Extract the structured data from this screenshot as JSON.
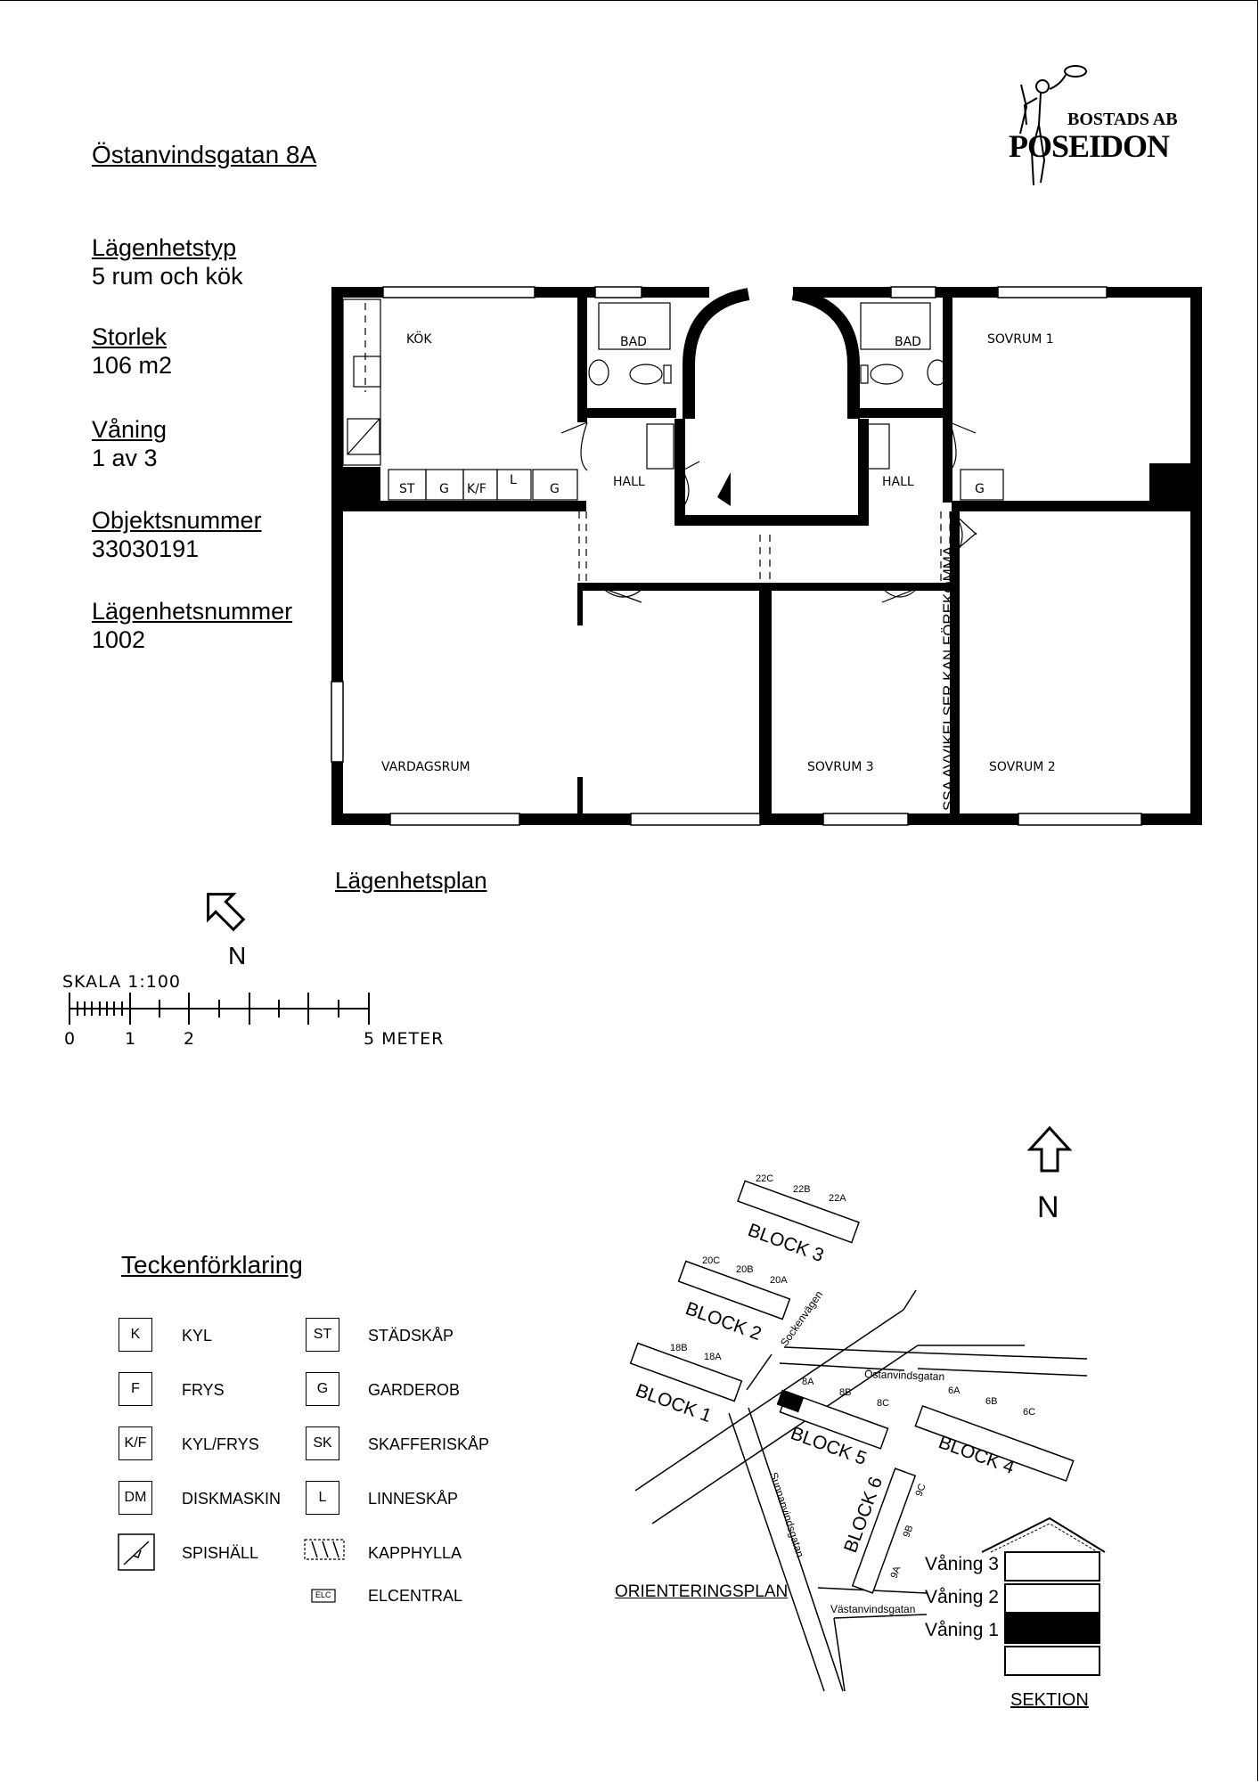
{
  "address": "Östanvindsgatan  8A",
  "info": [
    {
      "label": "Lägenhetstyp",
      "value": "5 rum och kök"
    },
    {
      "label": "Storlek",
      "value": "106 m2"
    },
    {
      "label": "Våning",
      "value": "1 av 3"
    },
    {
      "label": "Objektsnummer",
      "value": "33030191"
    },
    {
      "label": "Lägenhetsnummer",
      "value": "1002"
    }
  ],
  "logo": {
    "line1": "BOSTADS AB",
    "line2": "POSEIDON"
  },
  "plan": {
    "caption": "Lägenhetsplan",
    "rooms": {
      "kok": "KÖK",
      "bad1": "BAD",
      "bad2": "BAD",
      "sovrum1": "SOVRUM 1",
      "hall1": "HALL",
      "hall2": "HALL",
      "vardagsrum": "VARDAGSRUM",
      "sovrum3": "SOVRUM 3",
      "sovrum2": "SOVRUM 2"
    },
    "closets": {
      "st": "ST",
      "g1": "G",
      "kf": "K/F",
      "l": "L",
      "g2": "G",
      "g3": "G"
    },
    "disclaimer": "SSA AVVIKELSER KAN FÖREKOMMA"
  },
  "north1": "N",
  "scale": {
    "title": "SKALA 1:100",
    "t0": "0",
    "t1": "1",
    "t2": "2",
    "t5": "5 METER"
  },
  "legend": {
    "title": "Teckenförklaring",
    "items": [
      {
        "code": "K",
        "text": "KYL"
      },
      {
        "code": "F",
        "text": "FRYS"
      },
      {
        "code": "K/F",
        "text": "KYL/FRYS"
      },
      {
        "code": "DM",
        "text": "DISKMASKIN"
      },
      {
        "code": "",
        "text": "SPISHÄLL"
      },
      {
        "code": "ST",
        "text": "STÄDSKÅP"
      },
      {
        "code": "G",
        "text": "GARDEROB"
      },
      {
        "code": "SK",
        "text": "SKAFFERISKÅP"
      },
      {
        "code": "L",
        "text": "LINNESKÅP"
      },
      {
        "code": "",
        "text": "KAPPHYLLA"
      },
      {
        "code": "ELC",
        "text": "ELCENTRAL"
      }
    ]
  },
  "orientation": {
    "caption": "ORIENTERINGSPLAN",
    "north": "N",
    "blocks": [
      "BLOCK 1",
      "BLOCK 2",
      "BLOCK 3",
      "BLOCK 4",
      "BLOCK 5",
      "BLOCK  6"
    ],
    "entrances": {
      "b1": [
        "18B",
        "18A"
      ],
      "b2": [
        "20C",
        "20B",
        "20A"
      ],
      "b3": [
        "22C",
        "22B",
        "22A"
      ],
      "b4": [
        "6A",
        "6B",
        "6C"
      ],
      "b5": [
        "8A",
        "8B",
        "8C"
      ],
      "b6": [
        "9C",
        "9B",
        "9A"
      ]
    },
    "streets": [
      "Sockenvägen",
      "Östanvindsgatan",
      "Sunnanvindsgatan",
      "Västanvindsgatan"
    ]
  },
  "section": {
    "caption": "SEKTION",
    "floors": [
      "Våning 3",
      "Våning 2",
      "Våning 1"
    ],
    "active_floor": "Våning 1"
  }
}
